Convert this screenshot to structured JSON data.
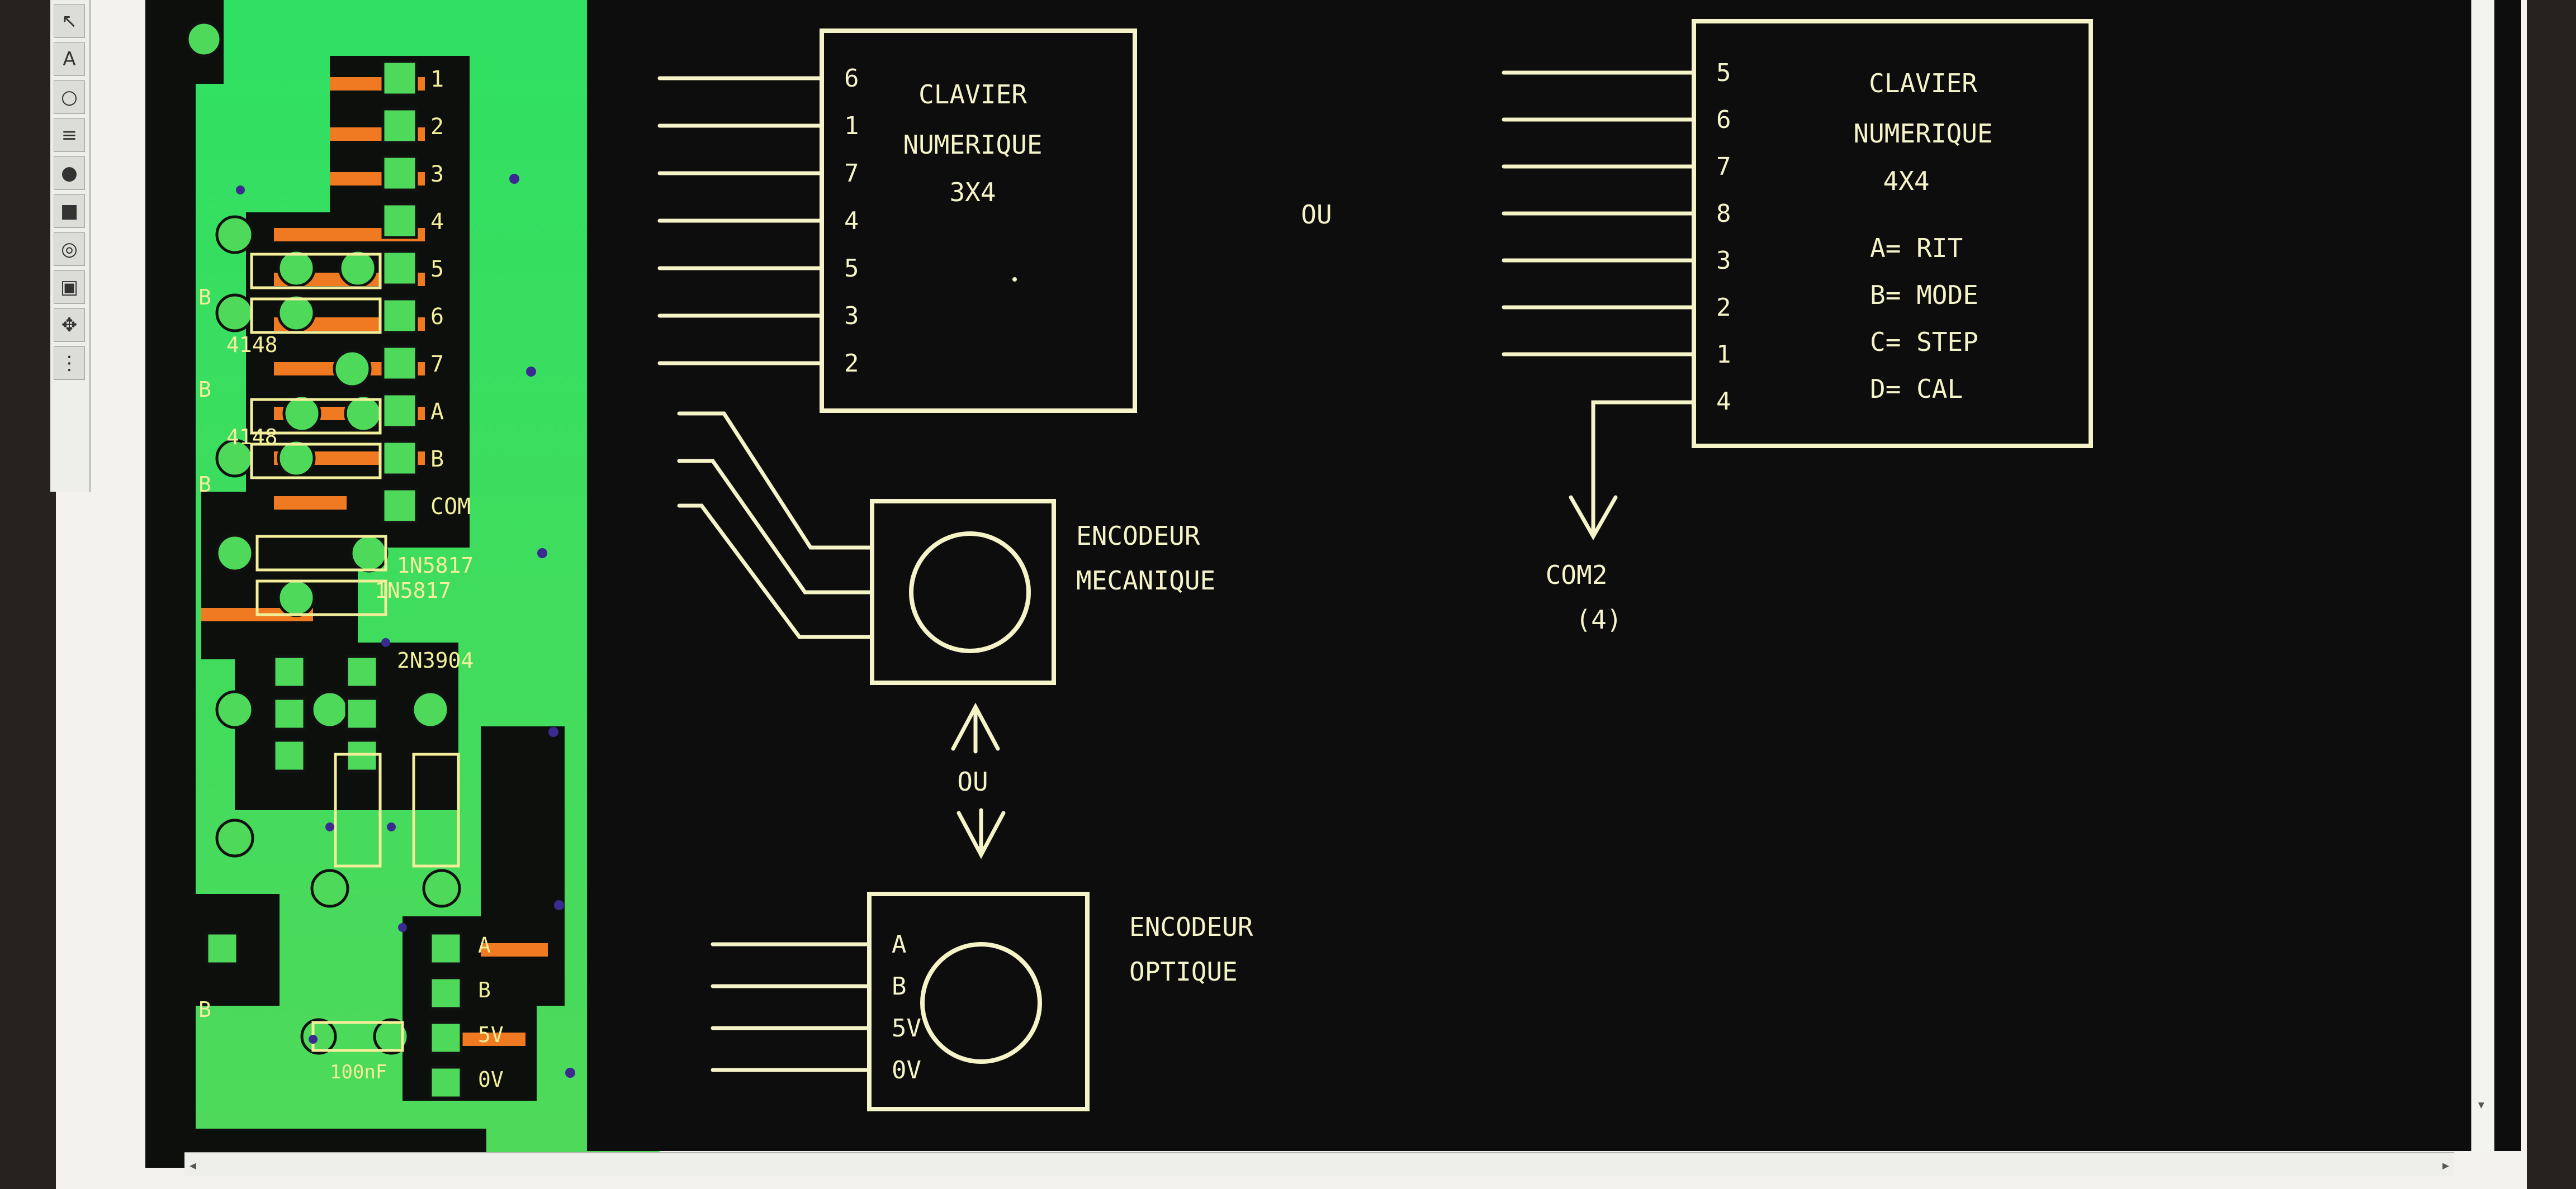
{
  "toolbar": {
    "tools": [
      {
        "name": "pointer-tool-icon",
        "glyph": "↖"
      },
      {
        "name": "text-tool-icon",
        "glyph": "A"
      },
      {
        "name": "circle-tool-icon",
        "glyph": "○"
      },
      {
        "name": "lines-tool-icon",
        "glyph": "≡"
      },
      {
        "name": "pad-tool-icon",
        "glyph": "●"
      },
      {
        "name": "square-pad-tool-icon",
        "glyph": "■"
      },
      {
        "name": "oval-pad-tool-icon",
        "glyph": "◎"
      },
      {
        "name": "component-tool-icon",
        "glyph": "▣"
      },
      {
        "name": "move-tool-icon",
        "glyph": "✥"
      },
      {
        "name": "grid-tool-icon",
        "glyph": "⋮"
      }
    ]
  },
  "pcb": {
    "connector_pins": [
      "1",
      "2",
      "3",
      "4",
      "5",
      "6",
      "7",
      "A",
      "B",
      "COM"
    ],
    "parts": [
      "4148",
      "4148",
      "1N5817",
      "1N5817",
      "2N3904"
    ],
    "lower_connector": [
      "A",
      "B",
      "5V",
      "0V"
    ],
    "capacitor_label": "100nF",
    "edge_labels": [
      "B",
      "B",
      "B",
      "B"
    ]
  },
  "schematic": {
    "keypad_3x4": {
      "title_lines": [
        "CLAVIER",
        "NUMERIQUE",
        "3X4"
      ],
      "pins": [
        "6",
        "1",
        "7",
        "4",
        "5",
        "3",
        "2"
      ]
    },
    "or_label_top": "OU",
    "keypad_4x4": {
      "title_lines": [
        "CLAVIER",
        "NUMERIQUE",
        "4X4"
      ],
      "pins": [
        "5",
        "6",
        "7",
        "8",
        "3",
        "2",
        "1",
        "4"
      ],
      "functions": [
        "A= RIT",
        "B= MODE",
        "C= STEP",
        "D= CAL"
      ]
    },
    "com2": {
      "label": "COM2",
      "sub": "(4)"
    },
    "encoder_mech": {
      "lines": [
        "ENCODEUR",
        "MECANIQUE"
      ]
    },
    "or_label_mid": "OU",
    "encoder_opt": {
      "lines": [
        "ENCODEUR",
        "OPTIQUE"
      ],
      "pins": [
        "A",
        "B",
        "5V",
        "0V"
      ]
    }
  }
}
